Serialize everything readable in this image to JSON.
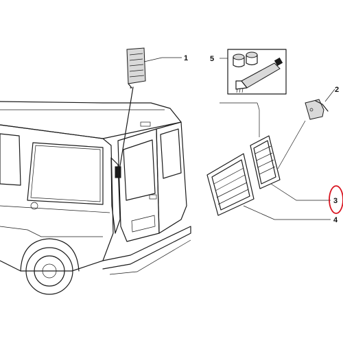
{
  "callouts": [
    {
      "id": "1",
      "label": "1"
    },
    {
      "id": "2",
      "label": "2"
    },
    {
      "id": "3",
      "label": "3"
    },
    {
      "id": "4",
      "label": "4"
    },
    {
      "id": "5",
      "label": "5"
    }
  ],
  "highlight": {
    "target": "3",
    "color": "#d8121e"
  }
}
